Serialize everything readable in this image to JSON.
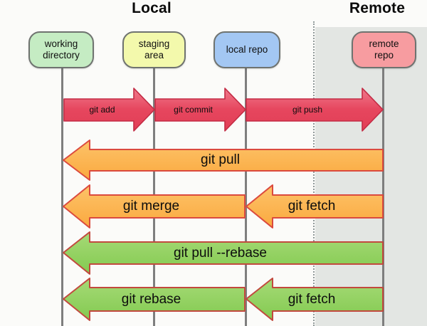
{
  "header": {
    "local_title": "Local",
    "remote_title": "Remote"
  },
  "nodes": [
    {
      "label": "working directory",
      "color": "#c5ecc3"
    },
    {
      "label": "staging area",
      "color": "#f3f9ac"
    },
    {
      "label": "local repo",
      "color": "#a3c7f3"
    },
    {
      "label": "remote repo",
      "color": "#f79ca0"
    }
  ],
  "arrows": [
    {
      "label": "git add",
      "color": "#e84f66",
      "direction": "right",
      "from": "working directory",
      "to": "staging area"
    },
    {
      "label": "git commit",
      "color": "#e84f66",
      "direction": "right",
      "from": "staging area",
      "to": "local repo"
    },
    {
      "label": "git push",
      "color": "#e84f66",
      "direction": "right",
      "from": "local repo",
      "to": "remote repo"
    },
    {
      "label": "git pull",
      "color": "#fcb44f",
      "direction": "left",
      "from": "remote repo",
      "to": "working directory"
    },
    {
      "label": "git merge",
      "color": "#fcb44f",
      "direction": "left",
      "from": "local repo",
      "to": "working directory"
    },
    {
      "label": "git fetch",
      "color": "#fcb44f",
      "direction": "left",
      "from": "remote repo",
      "to": "local repo"
    },
    {
      "label": "git pull --rebase",
      "color": "#90d35f",
      "direction": "left",
      "from": "remote repo",
      "to": "working directory"
    },
    {
      "label": "git rebase",
      "color": "#90d35f",
      "direction": "left",
      "from": "local repo",
      "to": "working directory"
    },
    {
      "label": "git fetch",
      "color": "#90d35f",
      "direction": "left",
      "from": "remote repo",
      "to": "local repo"
    }
  ],
  "colors": {
    "red_fill": "#e84f66",
    "red_stroke": "#c32b44",
    "orange_fill": "#fcb44f",
    "orange_stroke": "#db4a3e",
    "green_fill": "#90d35f",
    "green_stroke": "#c2493e",
    "remote_zone_bg": "#e3e6e3",
    "lifeline": "#7e7e7e"
  }
}
